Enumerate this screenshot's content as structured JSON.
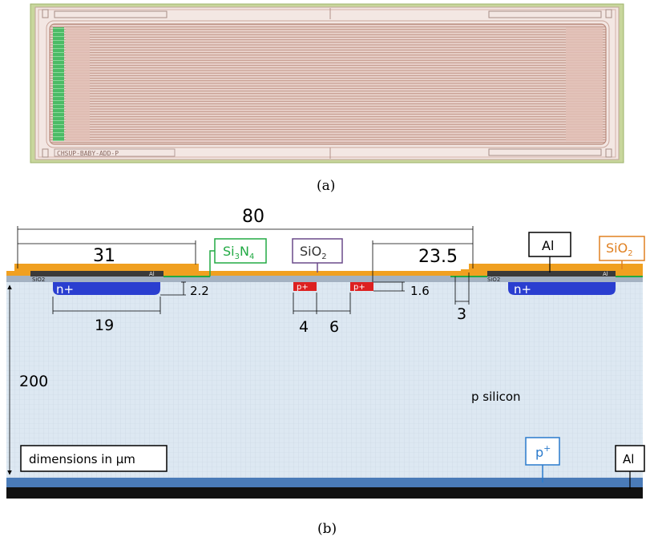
{
  "panel_a": {
    "caption": "(a)",
    "chip_label": "CHSUP-BABY-ADD-P",
    "colors": {
      "chip_outer": "#b7c98a",
      "chip_fill": "#f1e4e0",
      "strip": "#c49a8c",
      "pads": "#4cbb66"
    }
  },
  "panel_b": {
    "caption": "(b)",
    "dims": {
      "total_width": "80",
      "n_metal_left": "31",
      "n_implant": "19",
      "n_depth": "2.2",
      "p_width": "4",
      "p_gap": "6",
      "p_depth": "1.6",
      "metal_right": "23.5",
      "gap_right": "3",
      "thickness": "200"
    },
    "labels": {
      "si3n4_main": "Si",
      "si3n4_sub1": "3",
      "si3n4_mid": "N",
      "si3n4_sub2": "4",
      "sio2_center_main": "SiO",
      "sio2_center_sub": "2",
      "al_top": "Al",
      "sio2_right_main": "SiO",
      "sio2_right_sub": "2",
      "n_plus_left": "n+",
      "n_plus_right": "n+",
      "p_plus_left": "p+",
      "p_plus_right": "p+",
      "sio2_small_left": "SiO2",
      "sio2_small_right": "SiO2",
      "al_small_left": "Al",
      "al_small_right": "Al",
      "p_silicon": "p silicon",
      "units_box": "dimensions in µm",
      "p_back_main": "p",
      "p_back_sup": "+",
      "al_back": "Al"
    },
    "colors": {
      "bulk": "#dde8f2",
      "grid": "#c5d3e0",
      "nitride": "#f0a020",
      "oxide_layer": "#9aa8b8",
      "metal_dark": "#3a3a3a",
      "n_implant": "#2a3ed0",
      "p_implant": "#dd2020",
      "back_p": "#4a7bb8",
      "back_al": "#111111",
      "si3n4_box": "#22aa44",
      "sio2_box": "#6a4a8a",
      "sio2_right_box": "#e08020",
      "p_back_box": "#2a7acc"
    }
  }
}
